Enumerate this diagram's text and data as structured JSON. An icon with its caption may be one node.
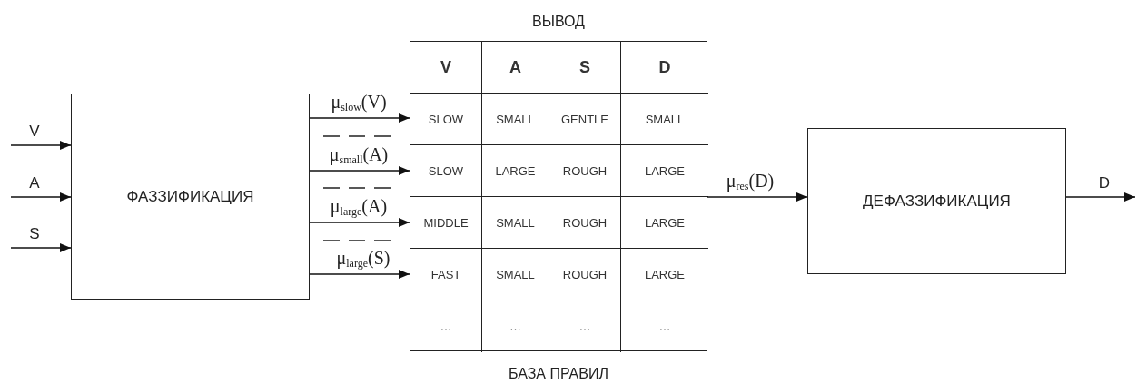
{
  "diagram": {
    "nodes": [
      {
        "text": [
          "ФАЗЗИФИКАЦИЯ"
        ]
      },
      {
        "text": [
          "ВЫВОД",
          "БАЗА ПРАВИЛ"
        ]
      },
      {
        "text": [
          "ДЕФАЗЗИФИКАЦИЯ"
        ]
      }
    ],
    "edges": [
      {
        "from": null,
        "to": 0,
        "arrow": "to",
        "label": "V"
      },
      {
        "from": null,
        "to": 0,
        "arrow": "to",
        "label": "A"
      },
      {
        "from": null,
        "to": 0,
        "arrow": "to",
        "label": "S"
      },
      {
        "from": 0,
        "to": 1,
        "arrow": "to",
        "label": "μ$_{slow}$(V)"
      },
      {
        "from": 0,
        "to": 1,
        "arrow": "to",
        "label": "μ$_{small}$(A)"
      },
      {
        "from": 0,
        "to": 1,
        "arrow": "to",
        "label": "μ$_{large}$(A)"
      },
      {
        "from": 0,
        "to": 1,
        "arrow": "to",
        "label": "μ$_{large}$(S)"
      },
      {
        "from": 1,
        "to": 2,
        "arrow": "to",
        "label": "μ$_{res}$(D)"
      },
      {
        "from": 2,
        "to": null,
        "arrow": "to",
        "label": "D"
      }
    ],
    "labels": [
      "V",
      "A",
      "S",
      "D",
      "SLOW",
      "SMALL",
      "GENTLE",
      "SMALL",
      "SLOW",
      "LARGE",
      "ROUGH",
      "LARGE",
      "MIDDLE",
      "SMALL",
      "ROUGH",
      "LARGE",
      "FAST",
      "SMALL",
      "ROUGH",
      "LARGE",
      "…",
      "…",
      "…",
      "…"
    ]
  }
}
